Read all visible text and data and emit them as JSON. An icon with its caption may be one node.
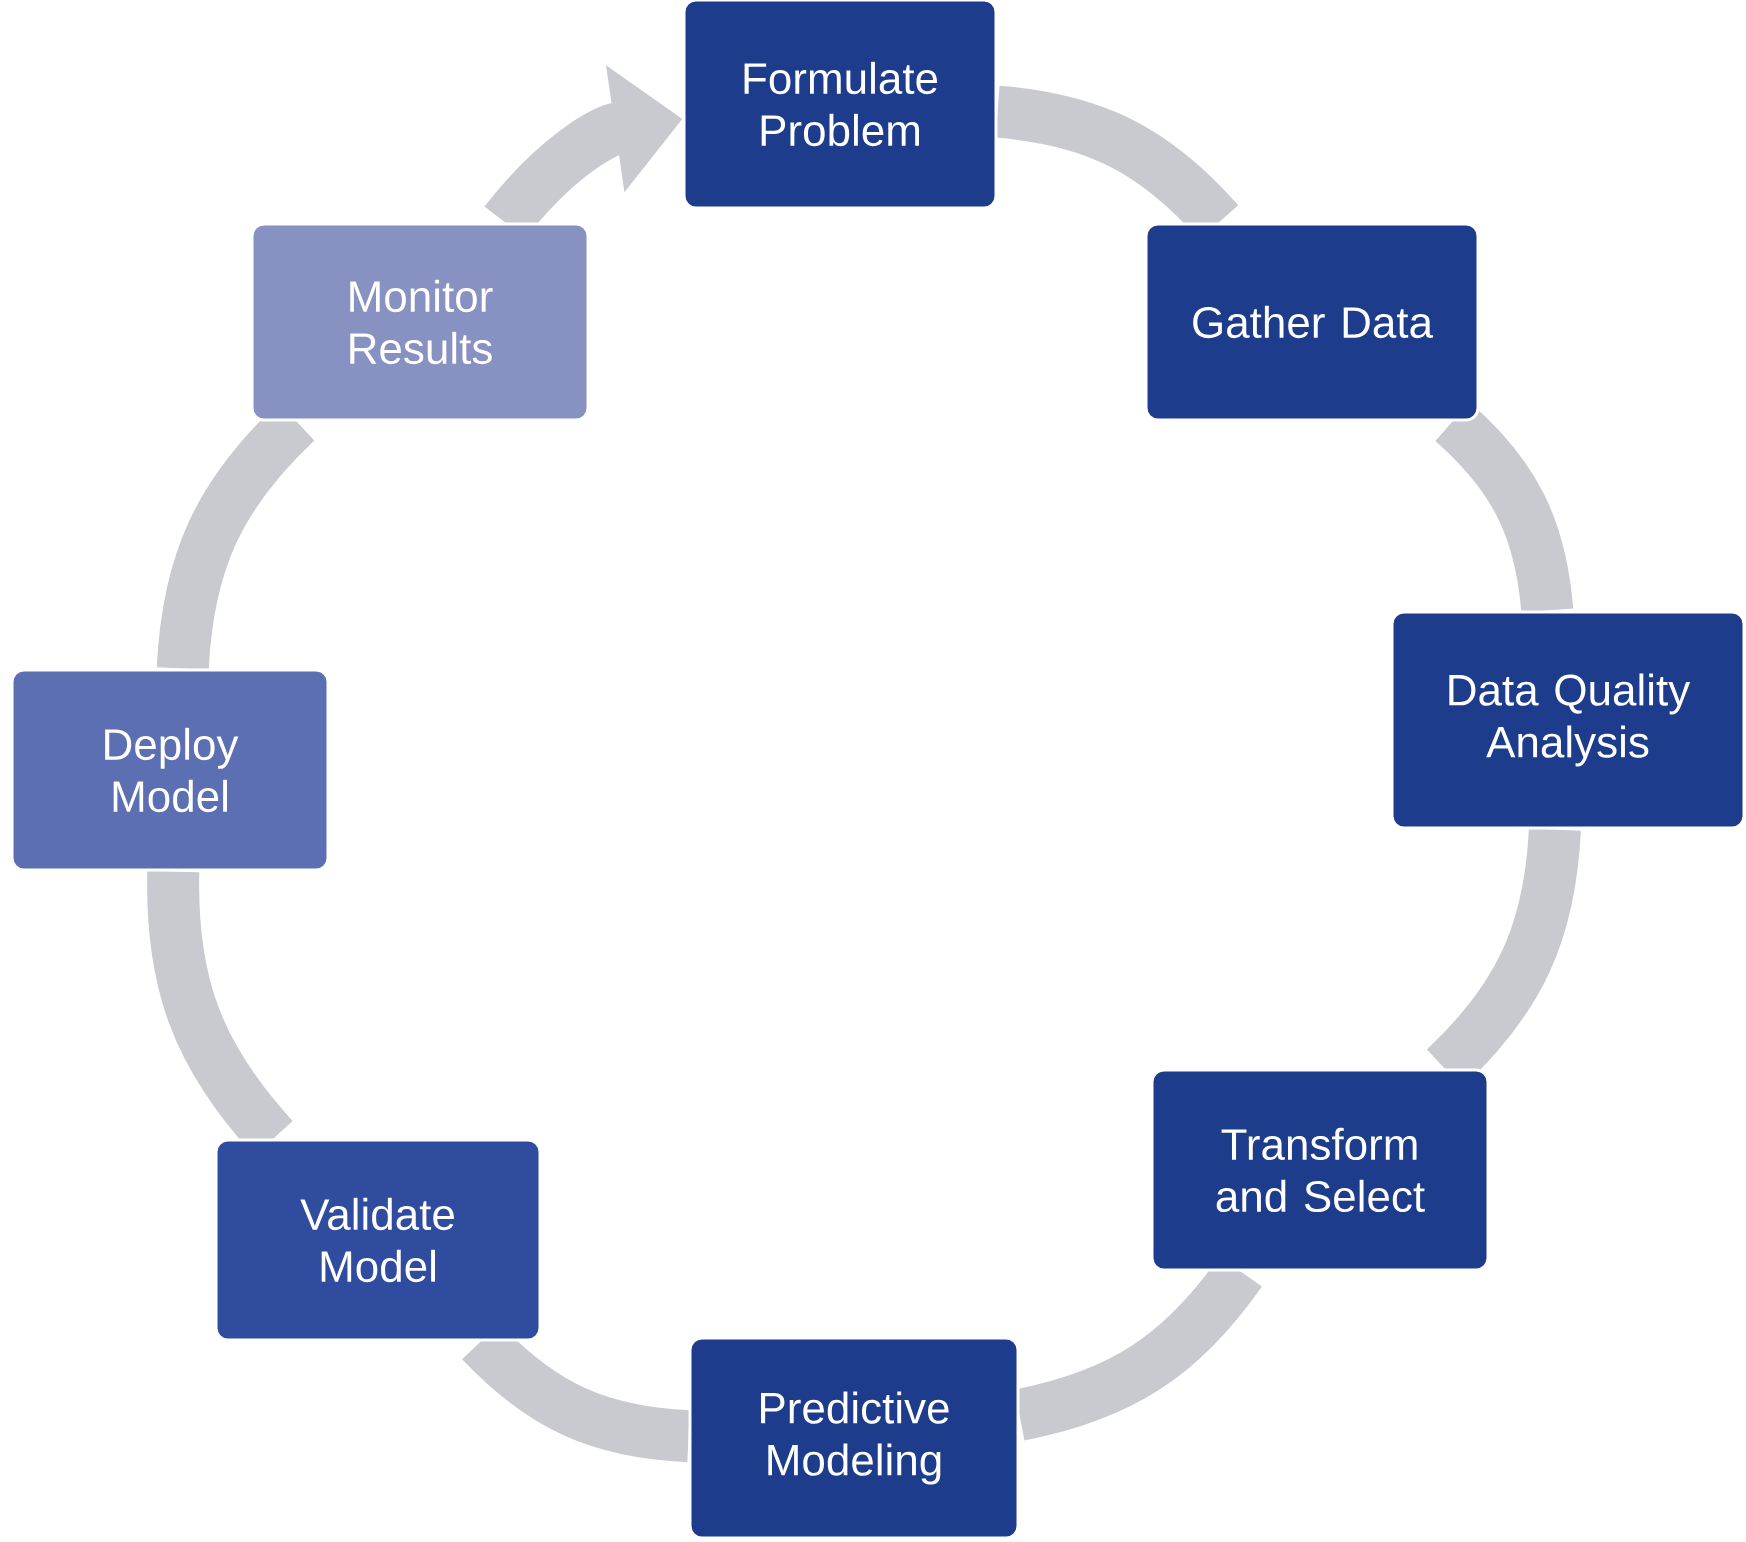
{
  "diagram": {
    "nodes": [
      {
        "text": [
          "Formulate Problem"
        ]
      },
      {
        "text": [
          "Gather Data"
        ]
      },
      {
        "text": [
          "Data Quality Analysis"
        ]
      },
      {
        "text": [
          "Transform and Select"
        ]
      },
      {
        "text": [
          "Predictive Modeling"
        ]
      },
      {
        "text": [
          "Validate Model"
        ]
      },
      {
        "text": [
          "Deploy Model"
        ]
      },
      {
        "text": [
          "Monitor Results"
        ]
      }
    ],
    "edges": [
      {
        "from": 0,
        "to": 1,
        "arrow": "none"
      },
      {
        "from": 1,
        "to": 2,
        "arrow": "none"
      },
      {
        "from": 2,
        "to": 3,
        "arrow": "none"
      },
      {
        "from": 3,
        "to": 4,
        "arrow": "none"
      },
      {
        "from": 4,
        "to": 5,
        "arrow": "none"
      },
      {
        "from": 5,
        "to": 6,
        "arrow": "none"
      },
      {
        "from": 6,
        "to": 7,
        "arrow": "none"
      },
      {
        "from": 7,
        "to": 0,
        "arrow": "to"
      }
    ]
  }
}
